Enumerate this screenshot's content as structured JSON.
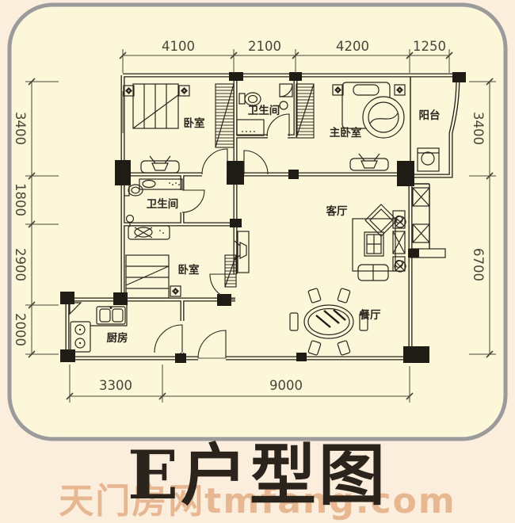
{
  "plan": {
    "rooms": {
      "bedroom_top": "卧室",
      "bath_top": "卫生间",
      "master_bedroom": "主卧室",
      "balcony": "阳台",
      "bath_mid": "卫生间",
      "living": "客厅",
      "bedroom_bottom": "卧室",
      "kitchen": "厨房",
      "dining": "餐厅"
    },
    "dimensions": {
      "top": [
        "4100",
        "2100",
        "4200",
        "1250"
      ],
      "left": [
        "3400",
        "1800",
        "2900",
        "2000"
      ],
      "right": [
        "3400",
        "6700"
      ],
      "bottom": [
        "3300",
        "9000"
      ]
    }
  },
  "footer": {
    "title": "E户型图",
    "watermark": "天门房网tmfang.com"
  },
  "colors": {
    "page_bg": "#fceedd",
    "card_bg": "#fbf7d8",
    "card_border": "#9b9b9b",
    "wall": "#241f18",
    "title": "#2b241c",
    "watermark": "#e2aa80"
  }
}
